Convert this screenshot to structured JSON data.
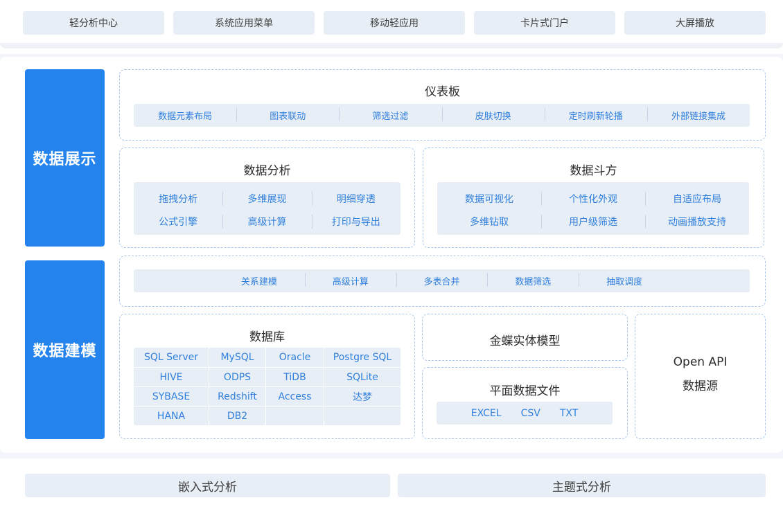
{
  "top_bar": {
    "items": [
      "轻分析中心",
      "系统应用菜单",
      "移动轻应用",
      "卡片式门户",
      "大屏播放"
    ]
  },
  "sections": {
    "display_label": "数据展示",
    "modeling_label": "数据建模"
  },
  "dashboard": {
    "title": "仪表板",
    "features": [
      "数据元素布局",
      "图表联动",
      "筛选过滤",
      "皮肤切换",
      "定时刷新轮播",
      "外部链接集成"
    ]
  },
  "analysis": {
    "title": "数据分析",
    "rows": [
      [
        "拖拽分析",
        "多维展现",
        "明细穿透"
      ],
      [
        "公式引擎",
        "高级计算",
        "打印与导出"
      ]
    ]
  },
  "douf": {
    "title": "数据斗方",
    "rows": [
      [
        "数据可视化",
        "个性化外观",
        "自适应布局"
      ],
      [
        "多维钻取",
        "用户级筛选",
        "动画播放支持"
      ]
    ]
  },
  "modeling": {
    "features": [
      "关系建模",
      "高级计算",
      "多表合并",
      "数据筛选",
      "抽取调度"
    ]
  },
  "database": {
    "title": "数据库",
    "rows": [
      [
        "SQL Server",
        "MySQL",
        "Oracle",
        "Postgre SQL"
      ],
      [
        "HIVE",
        "ODPS",
        "TiDB",
        "SQLite"
      ],
      [
        "SYBASE",
        "Redshift",
        "Access",
        "达梦"
      ],
      [
        "HANA",
        "DB2",
        "",
        ""
      ]
    ]
  },
  "kingdee": {
    "title": "金蝶实体模型"
  },
  "flat_file": {
    "title": "平面数据文件",
    "types": [
      "EXCEL",
      "CSV",
      "TXT"
    ]
  },
  "open_api": {
    "line1": "Open API",
    "line2": "数据源"
  },
  "bottom_bar": {
    "items": [
      "嵌入式分析",
      "主题式分析"
    ]
  },
  "colors": {
    "accent": "#2483ec",
    "feature_text": "#2f7fdc",
    "pill_bg": "#e8eef6",
    "panel_border": "#a8c7ef"
  }
}
